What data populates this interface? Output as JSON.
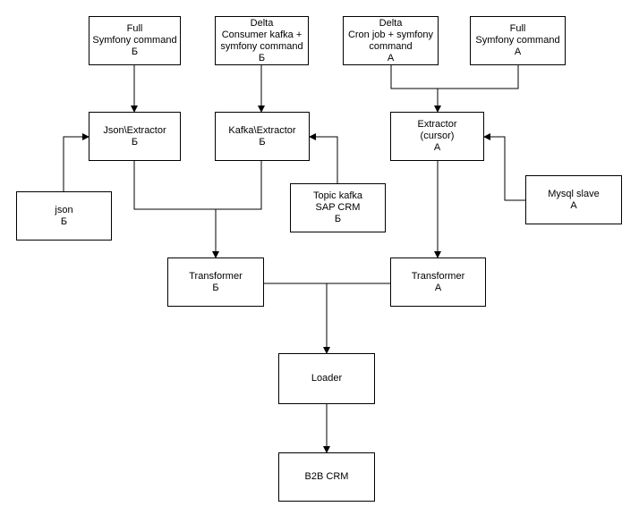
{
  "nodes": {
    "full_b": [
      "Full",
      "Symfony command",
      "Б"
    ],
    "delta_kafka_b": [
      "Delta",
      "Consumer kafka +",
      "symfony command",
      "Б"
    ],
    "delta_cron_a": [
      "Delta",
      "Cron job + symfony",
      "command",
      "A"
    ],
    "full_a": [
      "Full",
      "Symfony command",
      "A"
    ],
    "json_extractor": [
      "Json\\Extractor",
      "Б"
    ],
    "kafka_extractor": [
      "Kafka\\Extractor",
      "Б"
    ],
    "extractor_cursor": [
      "Extractor",
      "(cursor)",
      "A"
    ],
    "json": [
      "json",
      "Б"
    ],
    "topic_kafka": [
      "Topic kafka",
      "SAP CRM",
      "Б"
    ],
    "mysql_slave": [
      "Mysql slave",
      "A"
    ],
    "transformer_b": [
      "Transformer",
      "Б"
    ],
    "transformer_a": [
      "Transformer",
      "A"
    ],
    "loader": [
      "Loader"
    ],
    "b2b_crm": [
      "B2B CRM"
    ]
  },
  "colors": {
    "stroke": "#000000",
    "fill": "#ffffff",
    "text": "#000000"
  }
}
